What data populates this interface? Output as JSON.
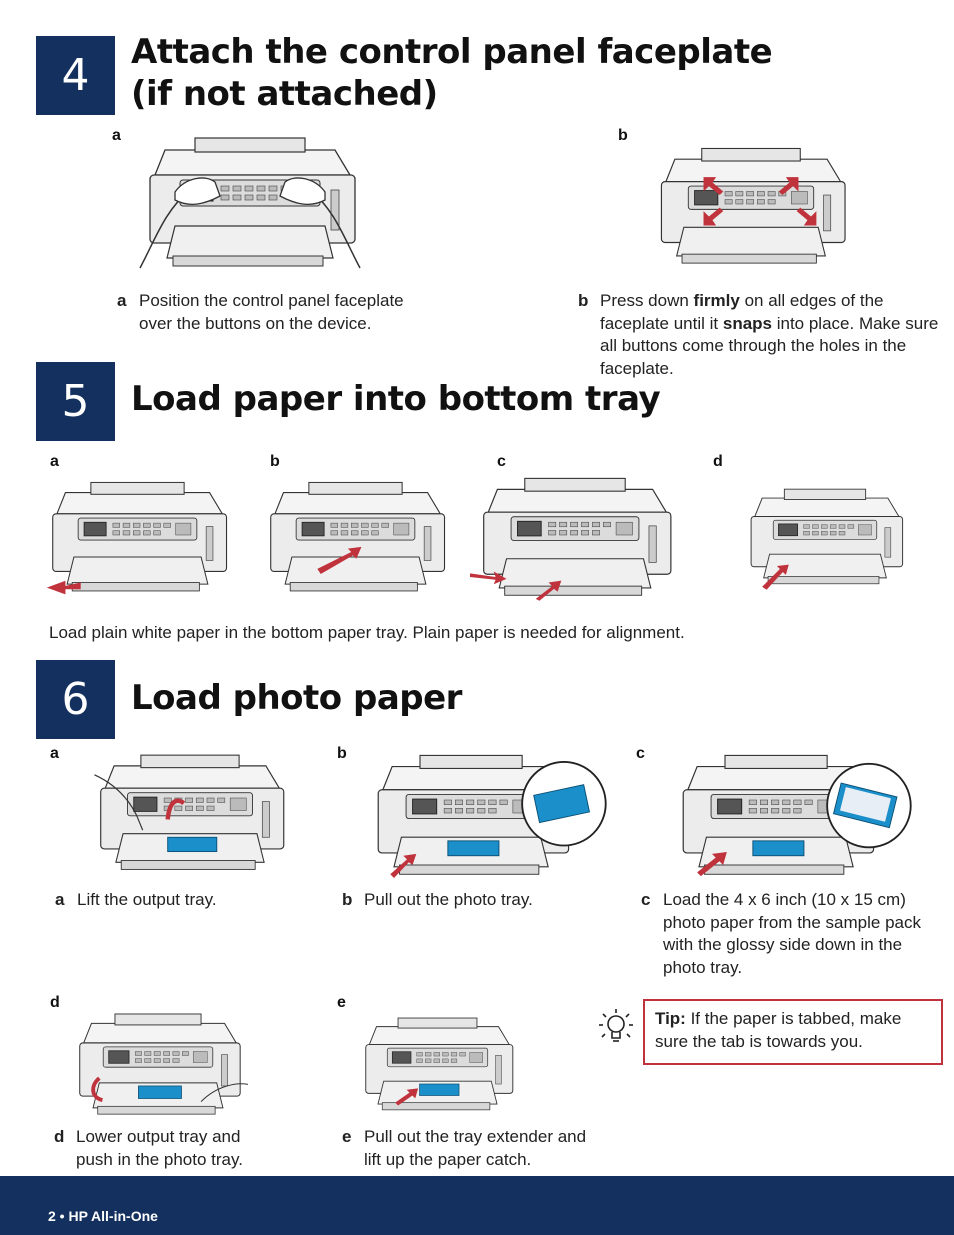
{
  "step4": {
    "number": "4",
    "title_line1": "Attach the control panel faceplate",
    "title_line2": "(if not attached)",
    "label_a": "a",
    "label_b": "b",
    "caption_a": {
      "key": "a",
      "text": "Position the control panel faceplate over the buttons on the device."
    },
    "caption_b": {
      "key": "b",
      "t1": "Press down ",
      "b1": "firmly",
      "t2": " on all edges of the faceplate until it ",
      "b2": "snaps",
      "t3": " into place. Make sure all buttons come through the holes in the faceplate."
    }
  },
  "step5": {
    "number": "5",
    "title": "Load paper into bottom tray",
    "labels": [
      "a",
      "b",
      "c",
      "d"
    ],
    "caption": "Load plain white paper in the bottom paper tray. Plain paper is needed for alignment."
  },
  "step6": {
    "number": "6",
    "title": "Load photo paper",
    "labels": [
      "a",
      "b",
      "c",
      "d",
      "e"
    ],
    "captions": [
      {
        "key": "a",
        "text": "Lift the output tray."
      },
      {
        "key": "b",
        "text": "Pull out the photo tray."
      },
      {
        "key": "c",
        "text": "Load the 4 x 6 inch (10 x 15 cm) photo paper from the sample pack with the glossy side down in the photo tray."
      },
      {
        "key": "d",
        "text": "Lower output tray and push in the photo tray."
      },
      {
        "key": "e",
        "text": "Pull out the tray extender and lift up the paper catch."
      }
    ],
    "tip": {
      "label": "Tip:",
      "text": " If the paper is tabbed, make sure the tab is towards you."
    }
  },
  "footer": {
    "text": "2 • HP All-in-One"
  },
  "colors": {
    "navy": "#14305e",
    "accent_red": "#c0323c",
    "tray_blue": "#1b8fc9"
  }
}
